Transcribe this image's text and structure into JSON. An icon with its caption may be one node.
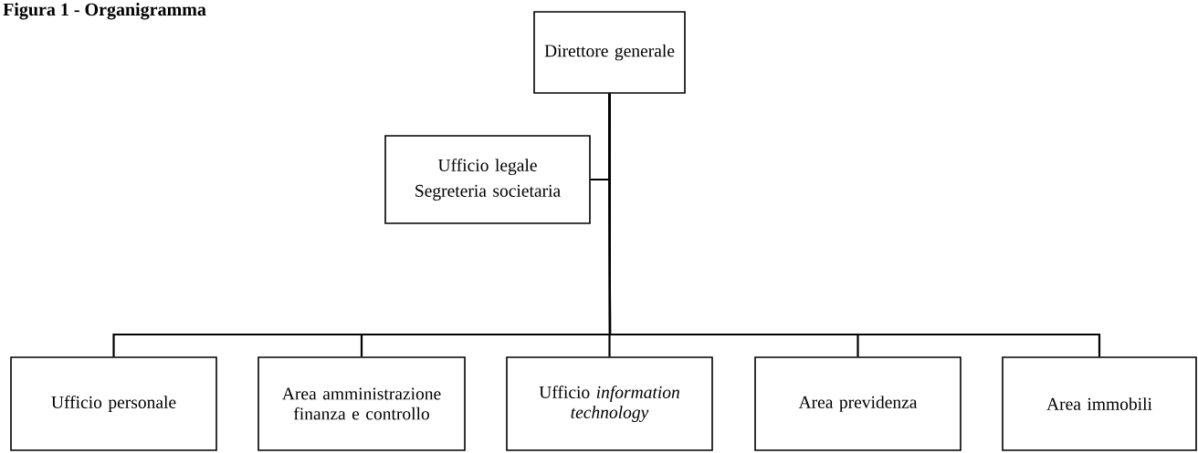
{
  "diagram": {
    "title": "Figura 1 - Organigramma",
    "nodes": [
      {
        "text": [
          "Direttore generale"
        ]
      },
      {
        "text": [
          "Ufficio legale",
          "Segreteria societaria"
        ]
      },
      {
        "text": [
          "Ufficio personale"
        ]
      },
      {
        "text": [
          "Area amministrazione finanza e controllo"
        ]
      },
      {
        "text": [
          "Ufficio *information technology*"
        ]
      },
      {
        "text": [
          "Area previdenza"
        ]
      },
      {
        "text": [
          "Area immobili"
        ]
      }
    ],
    "edges": [
      {
        "from": 0,
        "to": 1,
        "arrow": "none"
      },
      {
        "from": 0,
        "to": 2,
        "arrow": "none"
      },
      {
        "from": 0,
        "to": 3,
        "arrow": "none"
      },
      {
        "from": 0,
        "to": 4,
        "arrow": "none"
      },
      {
        "from": 0,
        "to": 5,
        "arrow": "none"
      },
      {
        "from": 0,
        "to": 6,
        "arrow": "none"
      }
    ]
  }
}
